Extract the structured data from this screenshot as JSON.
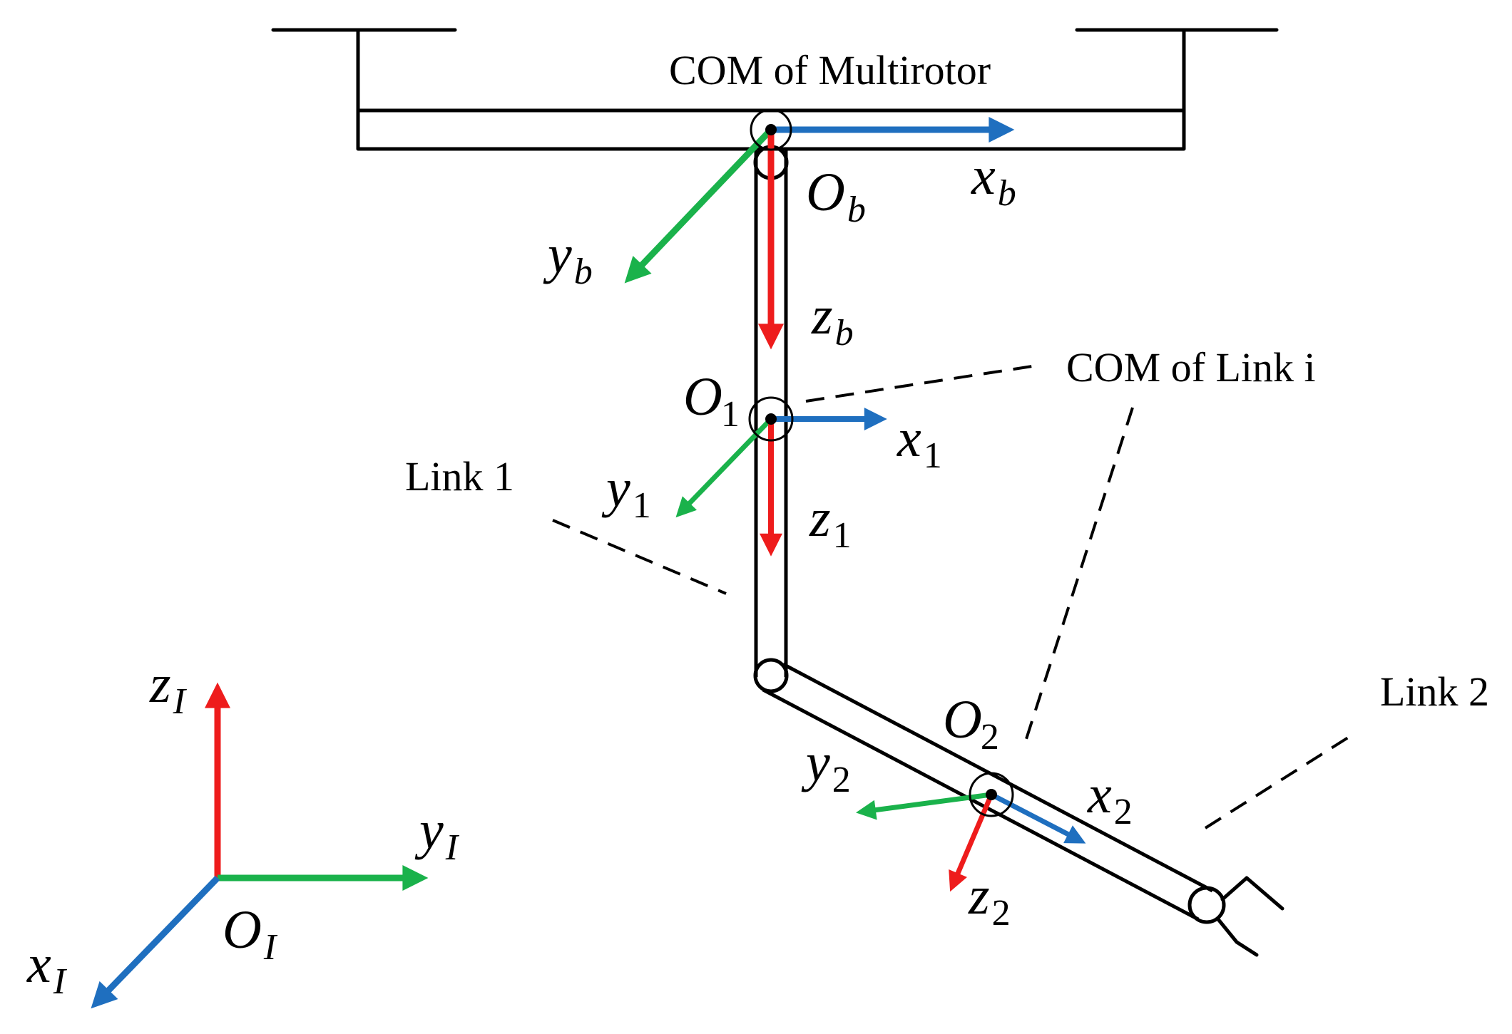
{
  "labels": {
    "com_multirotor": "COM of Multirotor",
    "com_link_i": "COM of Link i",
    "link1": "Link 1",
    "link2": "Link 2"
  },
  "axes": {
    "xb": {
      "base": "x",
      "sub": "b"
    },
    "yb": {
      "base": "y",
      "sub": "b"
    },
    "zb": {
      "base": "z",
      "sub": "b"
    },
    "Ob": {
      "base": "O",
      "sub": "b"
    },
    "O1": {
      "base": "O",
      "sub": "1"
    },
    "x1": {
      "base": "x",
      "sub": "1"
    },
    "y1": {
      "base": "y",
      "sub": "1"
    },
    "z1": {
      "base": "z",
      "sub": "1"
    },
    "O2": {
      "base": "O",
      "sub": "2"
    },
    "x2": {
      "base": "x",
      "sub": "2"
    },
    "y2": {
      "base": "y",
      "sub": "2"
    },
    "z2": {
      "base": "z",
      "sub": "2"
    },
    "zI": {
      "base": "z",
      "sub": "I"
    },
    "yI": {
      "base": "y",
      "sub": "I"
    },
    "xI": {
      "base": "x",
      "sub": "I"
    },
    "OI": {
      "base": "O",
      "sub": "I"
    }
  },
  "colors": {
    "x_axis": "#1f6fbf",
    "y_axis": "#1ab24b",
    "z_axis": "#ee1c1c",
    "structure": "#000000"
  }
}
